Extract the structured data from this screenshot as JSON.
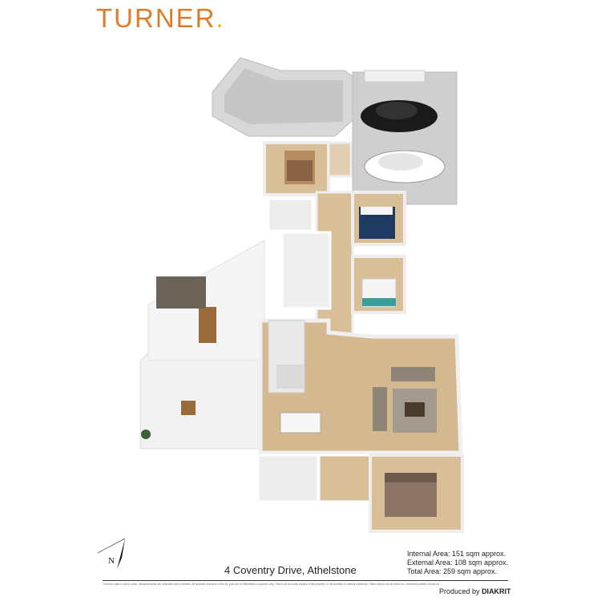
{
  "brand": {
    "name": "TURNER",
    "dot": ".",
    "color": "#e07b2a",
    "dot_color": "#f0b400"
  },
  "address": "4 Coventry Drive, Athelstone",
  "areas": {
    "internal": "Internal Area: 151 sqm approx.",
    "external": "External Area: 108 sqm approx.",
    "total": "Total Area: 259 sqm approx."
  },
  "compass": {
    "label": "N"
  },
  "disclaimer": "This floor plan is not to scale, measurements are indicative and in metres. All features included in this 3D plan are for illustration purposes only. This is not an exact replica of the property or the position of internal elements. Plans should not be relied on. Interested parties should make and rely on their own enquiries.",
  "credit": {
    "prefix": "Produced by",
    "company": "DIAKRIT"
  },
  "colors": {
    "floor": "#d9bf97",
    "wall": "#f2f2f2",
    "garage": "#c9c9c9",
    "outdoor": "#f1f1f1"
  }
}
